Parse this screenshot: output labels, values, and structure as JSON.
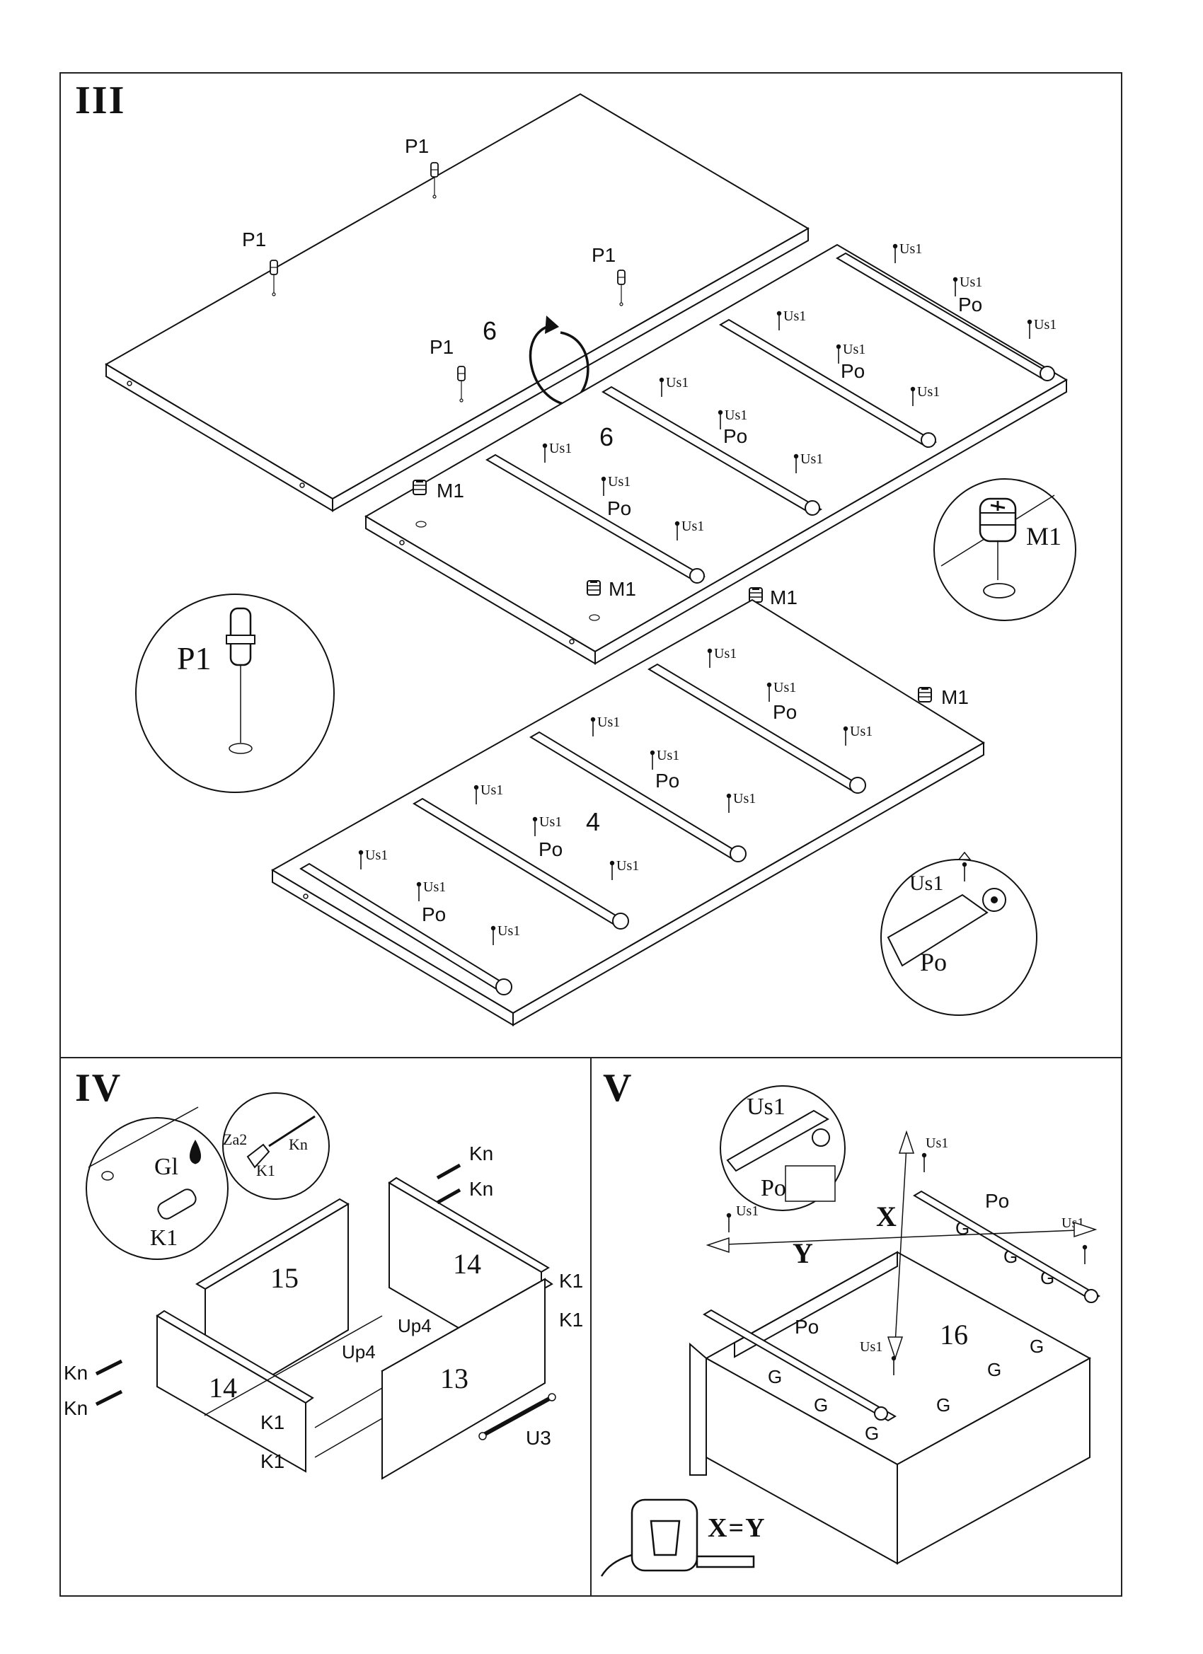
{
  "step_iii": {
    "title": "III",
    "p1": "P1",
    "board_6_top": "6",
    "board_6_bottom": "6",
    "board_4": "4",
    "m1": "M1",
    "us1": "Us1",
    "po": "Po",
    "detail_p1": "P1",
    "detail_m1": "M1",
    "detail_us1": "Us1",
    "detail_po": "Po"
  },
  "step_iv": {
    "title": "IV",
    "gl": "Gl",
    "k1": "K1",
    "za2": "Za2",
    "kn": "Kn",
    "panel_15": "15",
    "panel_14": "14",
    "panel_13": "13",
    "up4": "Up4",
    "u3": "U3"
  },
  "step_v": {
    "title": "V",
    "us1": "Us1",
    "po": "Po",
    "x": "X",
    "y": "Y",
    "g": "G",
    "panel_16": "16",
    "x_eq_y": "X=Y"
  }
}
